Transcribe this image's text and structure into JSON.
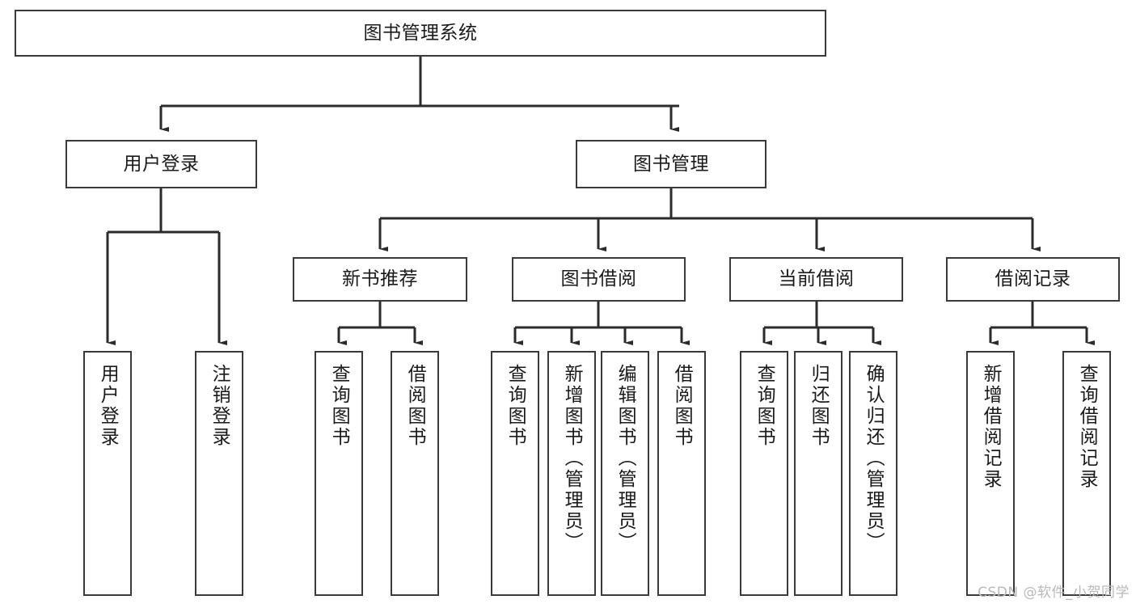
{
  "diagram": {
    "title": "图书管理系统",
    "type": "tree",
    "orientation": "top-down",
    "colors": {
      "background": "#ffffff",
      "box_border": "#3a3a3a",
      "box_fill": "#ffffff",
      "edge": "#2b2b2b",
      "text": "#1a1a1a",
      "watermark": "#b9b9b9"
    }
  },
  "nodes": {
    "root": {
      "id": "root",
      "label": "图书管理系统",
      "level": 0,
      "orientation": "horizontal"
    },
    "level1": [
      {
        "id": "user-login",
        "label": "用户登录",
        "level": 1,
        "orientation": "horizontal"
      },
      {
        "id": "book-manage",
        "label": "图书管理",
        "level": 1,
        "orientation": "horizontal"
      }
    ],
    "level2": [
      {
        "id": "new-book-recommend",
        "label": "新书推荐",
        "level": 2,
        "orientation": "horizontal",
        "parent": "book-manage"
      },
      {
        "id": "book-borrow",
        "label": "图书借阅",
        "level": 2,
        "orientation": "horizontal",
        "parent": "book-manage"
      },
      {
        "id": "current-borrow",
        "label": "当前借阅",
        "level": 2,
        "orientation": "horizontal",
        "parent": "book-manage"
      },
      {
        "id": "borrow-record",
        "label": "借阅记录",
        "level": 2,
        "orientation": "horizontal",
        "parent": "book-manage"
      }
    ],
    "leaves": [
      {
        "id": "leaf-user-login",
        "label": "用户登录",
        "parent": "user-login",
        "orientation": "vertical"
      },
      {
        "id": "leaf-user-logout",
        "label": "注销登录",
        "parent": "user-login",
        "orientation": "vertical"
      },
      {
        "id": "leaf-query-book-1",
        "label": "查询图书",
        "parent": "new-book-recommend",
        "orientation": "vertical"
      },
      {
        "id": "leaf-borrow-book-1",
        "label": "借阅图书",
        "parent": "new-book-recommend",
        "orientation": "vertical"
      },
      {
        "id": "leaf-query-book-2",
        "label": "查询图书",
        "parent": "book-borrow",
        "orientation": "vertical"
      },
      {
        "id": "leaf-add-book",
        "label": "新增图书（管理员）",
        "parent": "book-borrow",
        "orientation": "vertical"
      },
      {
        "id": "leaf-edit-book",
        "label": "编辑图书（管理员）",
        "parent": "book-borrow",
        "orientation": "vertical"
      },
      {
        "id": "leaf-borrow-book-2",
        "label": "借阅图书",
        "parent": "book-borrow",
        "orientation": "vertical"
      },
      {
        "id": "leaf-query-book-3",
        "label": "查询图书",
        "parent": "current-borrow",
        "orientation": "vertical"
      },
      {
        "id": "leaf-return-book",
        "label": "归还图书",
        "parent": "current-borrow",
        "orientation": "vertical"
      },
      {
        "id": "leaf-confirm-return",
        "label": "确认归还（管理员）",
        "parent": "current-borrow",
        "orientation": "vertical"
      },
      {
        "id": "leaf-add-record",
        "label": "新增借阅记录",
        "parent": "borrow-record",
        "orientation": "vertical"
      },
      {
        "id": "leaf-query-record",
        "label": "查询借阅记录",
        "parent": "borrow-record",
        "orientation": "vertical"
      }
    ]
  },
  "edges": [
    {
      "from": "root",
      "to": "user-login"
    },
    {
      "from": "root",
      "to": "book-manage"
    },
    {
      "from": "user-login",
      "to": "leaf-user-login"
    },
    {
      "from": "user-login",
      "to": "leaf-user-logout"
    },
    {
      "from": "book-manage",
      "to": "new-book-recommend"
    },
    {
      "from": "book-manage",
      "to": "book-borrow"
    },
    {
      "from": "book-manage",
      "to": "current-borrow"
    },
    {
      "from": "book-manage",
      "to": "borrow-record"
    },
    {
      "from": "new-book-recommend",
      "to": "leaf-query-book-1"
    },
    {
      "from": "new-book-recommend",
      "to": "leaf-borrow-book-1"
    },
    {
      "from": "book-borrow",
      "to": "leaf-query-book-2"
    },
    {
      "from": "book-borrow",
      "to": "leaf-add-book"
    },
    {
      "from": "book-borrow",
      "to": "leaf-edit-book"
    },
    {
      "from": "book-borrow",
      "to": "leaf-borrow-book-2"
    },
    {
      "from": "current-borrow",
      "to": "leaf-query-book-3"
    },
    {
      "from": "current-borrow",
      "to": "leaf-return-book"
    },
    {
      "from": "current-borrow",
      "to": "leaf-confirm-return"
    },
    {
      "from": "borrow-record",
      "to": "leaf-add-record"
    },
    {
      "from": "borrow-record",
      "to": "leaf-query-record"
    }
  ],
  "watermark": {
    "text": "CSDN @软件_小贺同学"
  }
}
